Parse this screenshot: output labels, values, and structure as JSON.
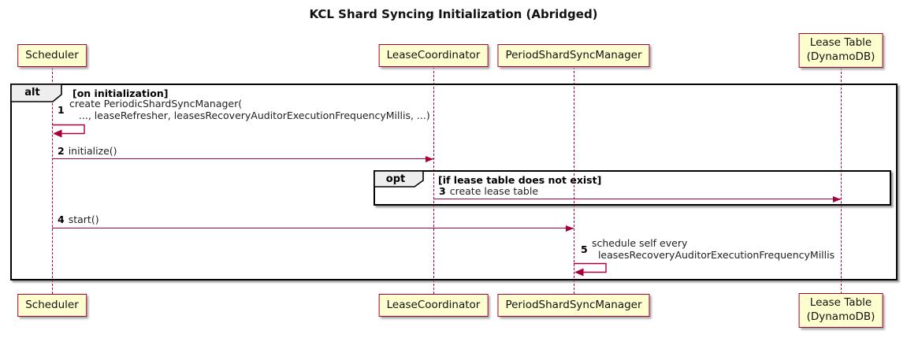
{
  "title": "KCL Shard Syncing Initialization (Abridged)",
  "participants": [
    {
      "label": "Scheduler"
    },
    {
      "label": "LeaseCoordinator"
    },
    {
      "label": "PeriodShardSyncManager"
    },
    {
      "label": "Lease Table\n(DynamoDB)"
    }
  ],
  "frames": {
    "alt": {
      "keyword": "alt",
      "condition": "[on initialization]"
    },
    "opt": {
      "keyword": "opt",
      "condition": "[if lease table does not exist]"
    }
  },
  "messages": [
    {
      "num": "1",
      "text": "create PeriodicShardSyncManager(\n   ..., leaseRefresher, leasesRecoveryAuditorExecutionFrequencyMillis, ...)"
    },
    {
      "num": "2",
      "text": "initialize()"
    },
    {
      "num": "3",
      "text": "create lease table"
    },
    {
      "num": "4",
      "text": "start()"
    },
    {
      "num": "5",
      "text": "schedule self every\n  leasesRecoveryAuditorExecutionFrequencyMillis"
    }
  ],
  "colors": {
    "participant_fill": "#FEFECE",
    "participant_border": "#A80036",
    "arrow": "#A80036",
    "lifeline": "#A80036",
    "frame_border": "#000000",
    "frame_label_fill": "#EEEEEE"
  }
}
